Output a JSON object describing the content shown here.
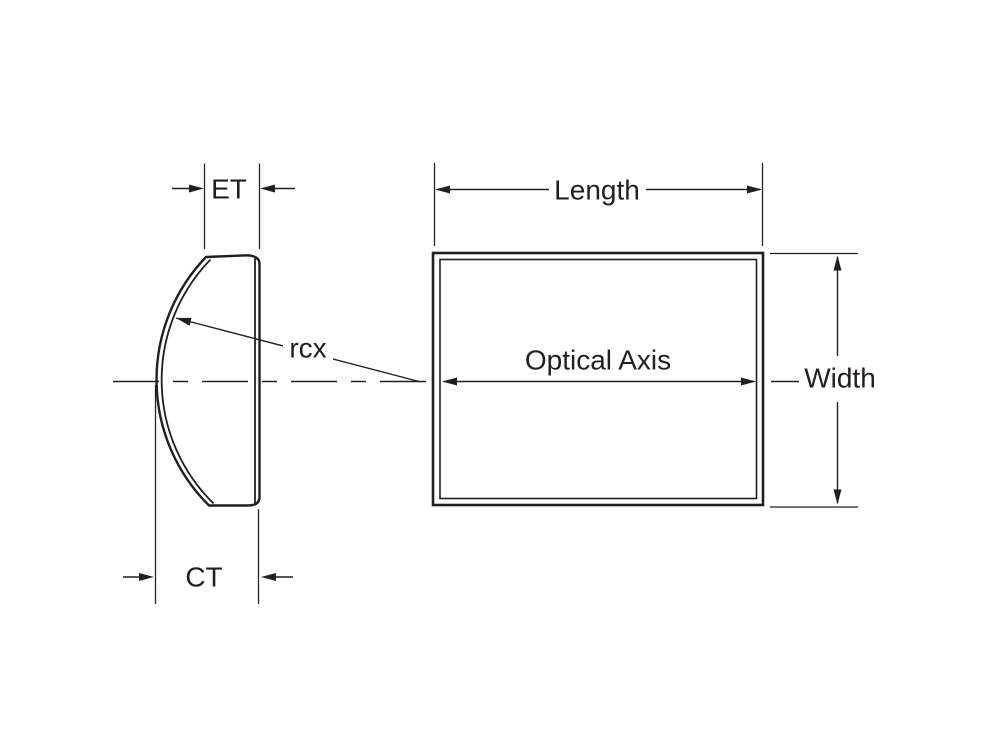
{
  "labels": {
    "edge_thickness": "ET",
    "center_thickness": "CT",
    "radius_of_curvature": "rcx",
    "length": "Length",
    "optical_axis": "Optical Axis",
    "width": "Width"
  },
  "colors": {
    "line": "#231f20",
    "background": "#ffffff"
  }
}
